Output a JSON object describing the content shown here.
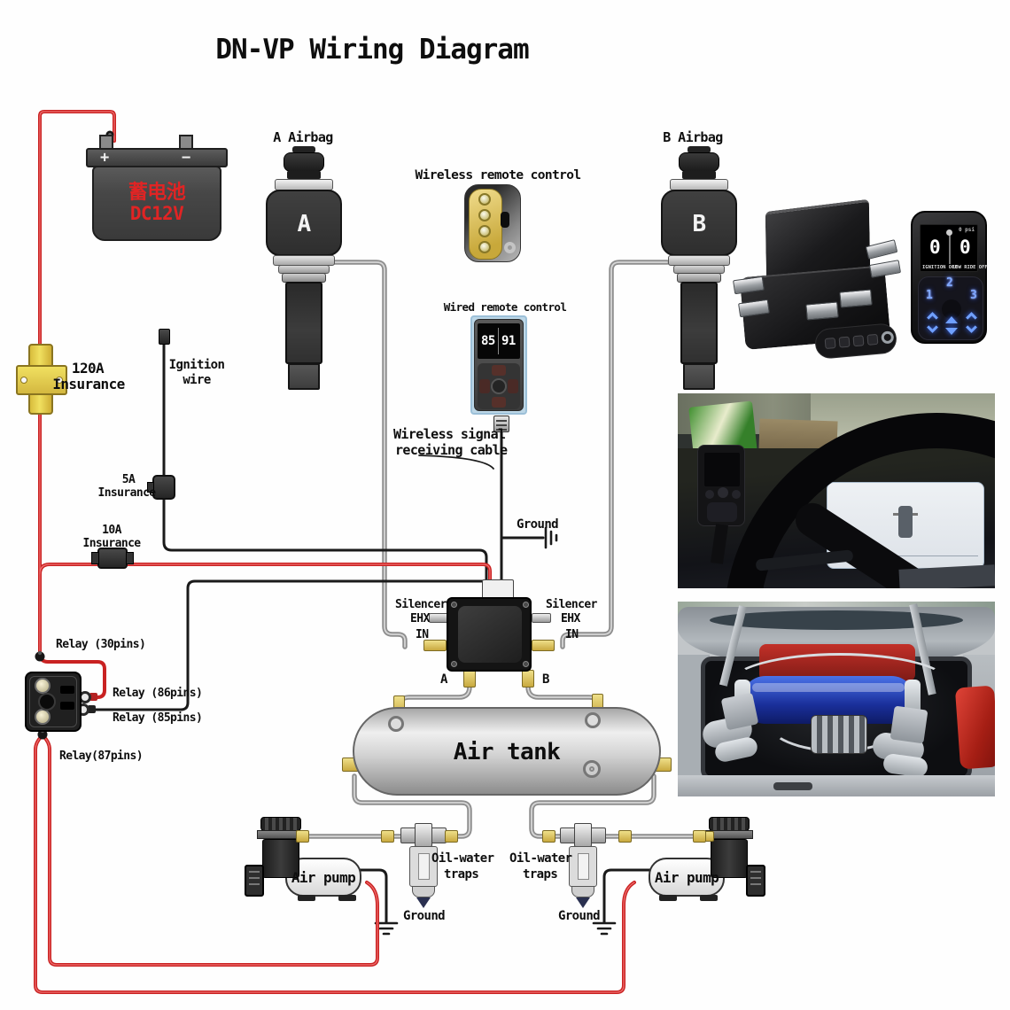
{
  "title": "DN-VP Wiring Diagram",
  "colors": {
    "wire_red": "#d42020",
    "wire_black": "#161616",
    "air_tube_gray": "#9b9b9b",
    "fuse_yellow": "#e8d44a",
    "battery_label_red": "#e02424",
    "controller_glow_blue": "#5b8cff",
    "photo_tank_blue": "#1f3fc0",
    "photo_box_red": "#b62a22"
  },
  "battery": {
    "name": "蓄电池",
    "voltage": "DC12V",
    "plus": "+",
    "minus": "−"
  },
  "fuse_120": {
    "amps": "120A",
    "word": "Insurance"
  },
  "fuse_5": {
    "amps": "5A",
    "word": "Insurance"
  },
  "fuse_10": {
    "amps": "10A",
    "word": "Insurance"
  },
  "ignition": {
    "line1": "Ignition",
    "line2": "wire"
  },
  "airbag_a": {
    "label": "A Airbag",
    "letter": "A"
  },
  "airbag_b": {
    "label": "B Airbag",
    "letter": "B"
  },
  "wireless_remote": {
    "label": "Wireless remote control"
  },
  "wired_remote": {
    "label": "Wired remote control",
    "screen_left": "85",
    "screen_right": "91"
  },
  "signal_cable": {
    "line1": "Wireless signal",
    "line2": "receiving cable"
  },
  "ground_upper": "Ground",
  "ground_left": "Ground",
  "ground_right": "Ground",
  "manifold": {
    "silencer_left": "Silencer",
    "silencer_right": "Silencer",
    "ehx_left": "EHX",
    "ehx_right": "EHX",
    "in_left": "IN",
    "in_right": "IN",
    "port_a": "A",
    "port_b": "B"
  },
  "relay": {
    "pin30": "Relay (30pins)",
    "pin86": "Relay (86pins)",
    "pin85": "Relay (85pins)",
    "pin87": "Relay(87pins)"
  },
  "air_tank": {
    "label": "Air tank"
  },
  "pump_left": {
    "label": "Air pump"
  },
  "pump_right": {
    "label": "Air pump"
  },
  "trap_left": {
    "line1": "Oil-water",
    "line2": "traps"
  },
  "trap_right": {
    "line1": "Oil-water",
    "line2": "traps"
  },
  "controller": {
    "psi": "0 psi",
    "gauge_left": "0",
    "gauge_right": "0",
    "status_left": "IGNITION OFF",
    "status_right": "LOW RIDE OFF",
    "btn1": "1",
    "btn2": "2",
    "btn3": "3"
  }
}
